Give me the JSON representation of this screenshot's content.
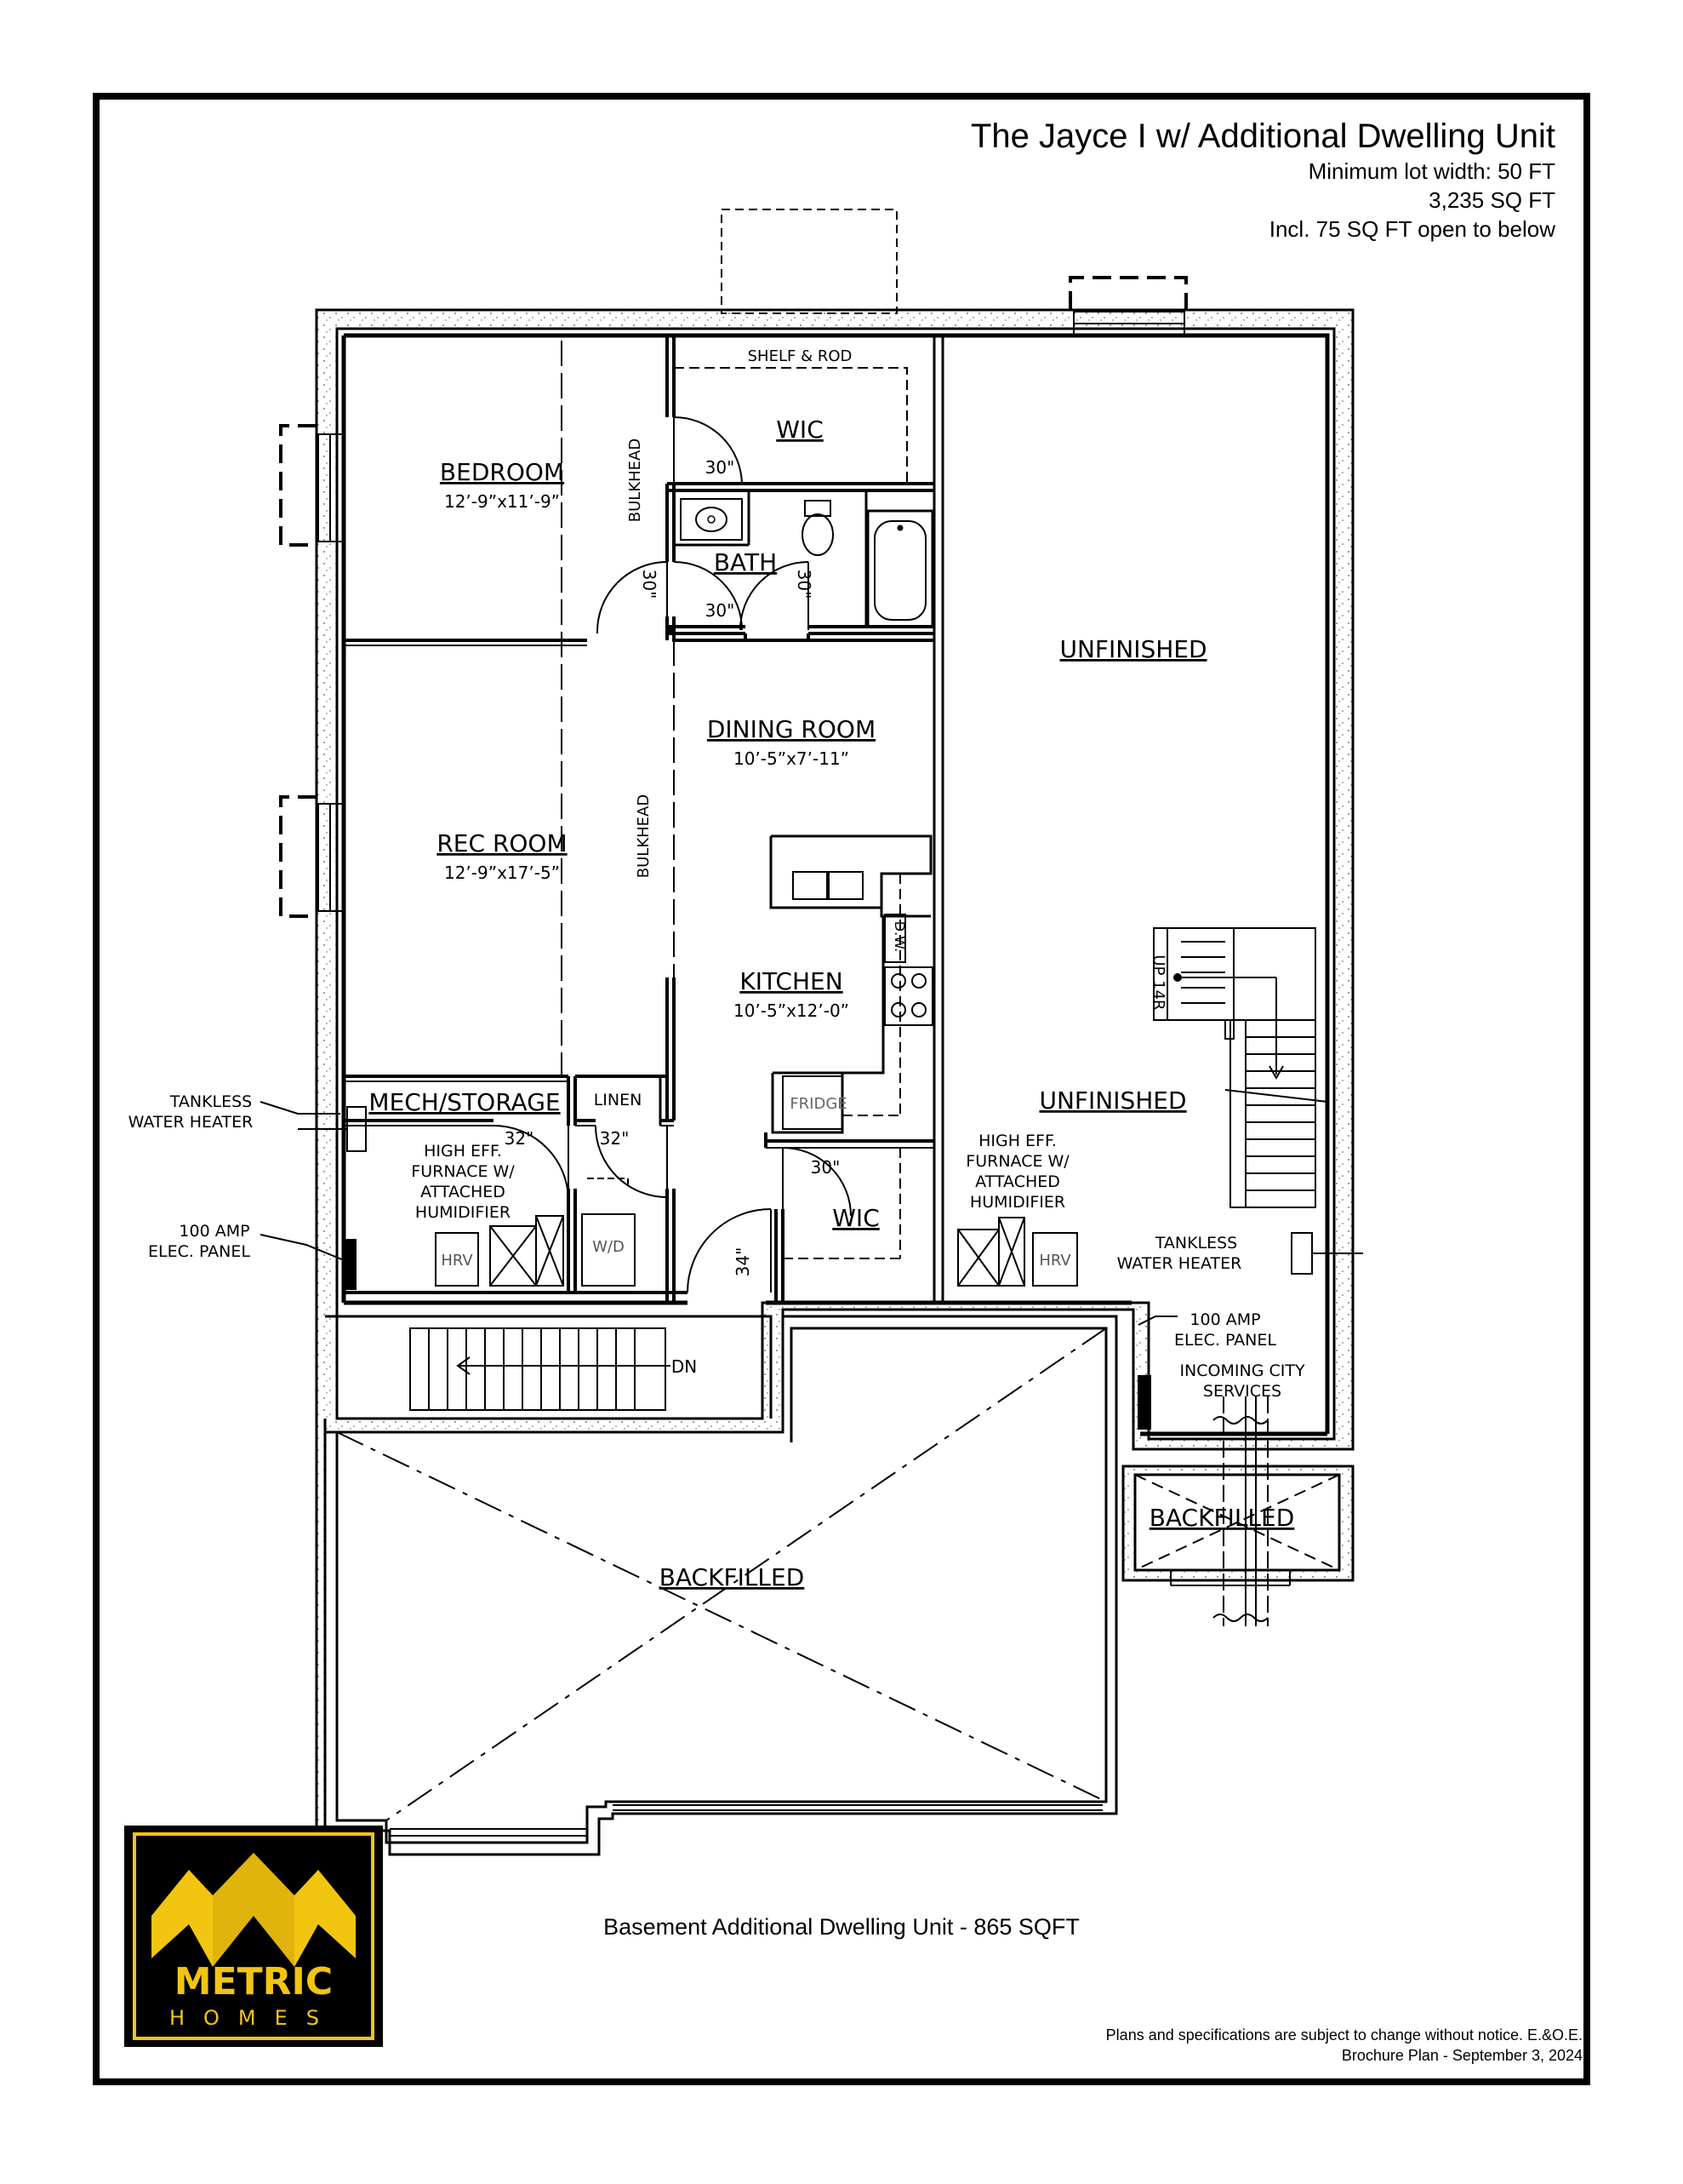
{
  "title_block": {
    "title": "The Jayce I w/ Additional Dwelling Unit",
    "lot_width": "Minimum lot width: 50 FT",
    "area": "3,235 SQ FT",
    "open_to_below": "Incl. 75 SQ FT open to below"
  },
  "rooms": {
    "bedroom": {
      "name": "BEDROOM",
      "dims": "12’-9”x11’-9”"
    },
    "rec_room": {
      "name": "REC ROOM",
      "dims": "12’-9”x17’-5”"
    },
    "dining_room": {
      "name": "DINING ROOM",
      "dims": "10’-5”x7’-11”"
    },
    "kitchen": {
      "name": "KITCHEN",
      "dims": "10’-5”x12’-0”"
    },
    "bath": {
      "name": "BATH"
    },
    "wic_top": {
      "name": "WIC"
    },
    "wic_bottom": {
      "name": "WIC"
    },
    "mech_storage": {
      "name": "MECH/STORAGE"
    },
    "linen": {
      "name": "LINEN"
    },
    "unfinished_top": {
      "name": "UNFINISHED"
    },
    "unfinished_bottom": {
      "name": "UNFINISHED"
    },
    "backfilled_garage": {
      "name": "BACKFILLED"
    },
    "backfilled_small": {
      "name": "BACKFILLED"
    }
  },
  "labels": {
    "shelf_rod": "SHELF & ROD",
    "bulkhead_top": "BULKHEAD",
    "bulkhead_mid": "BULKHEAD",
    "door_30_wic": "30\"",
    "door_30_bed": "30\"",
    "door_30_bath1": "30\"",
    "door_30_bath2": "30\"",
    "door_30_wic2": "30\"",
    "door_32_mech": "32\"",
    "door_32_linen": "32\"",
    "door_34": "34\"",
    "dw": "D.W.",
    "fridge": "FRIDGE",
    "wd": "W/D",
    "hrv_left": "HRV",
    "hrv_right": "HRV",
    "furnace_left": [
      "HIGH EFF.",
      "FURNACE W/",
      "ATTACHED",
      "HUMIDIFIER"
    ],
    "furnace_right": [
      "HIGH EFF.",
      "FURNACE W/",
      "ATTACHED",
      "HUMIDIFIER"
    ],
    "tankless_left": [
      "TANKLESS",
      "WATER HEATER"
    ],
    "tankless_right": [
      "TANKLESS",
      "WATER HEATER"
    ],
    "panel_left": [
      "100 AMP",
      "ELEC. PANEL"
    ],
    "panel_right": [
      "100 AMP",
      "ELEC. PANEL"
    ],
    "city_services": [
      "INCOMING CITY",
      "SERVICES"
    ],
    "stairs_up": "UP 14R",
    "stairs_dn": "DN"
  },
  "caption": "Basement Additional Dwelling Unit - 865 SQFT",
  "disclaimer": {
    "line1": "Plans and specifications are subject to change without notice. E.&O.E.",
    "line2": "Brochure Plan - September 3, 2024"
  },
  "logo": {
    "line1": "METRIC",
    "line2": "HOMES"
  },
  "colors": {
    "logo_gold": "#f2c511",
    "logo_bg": "#000000",
    "line": "#000000"
  }
}
